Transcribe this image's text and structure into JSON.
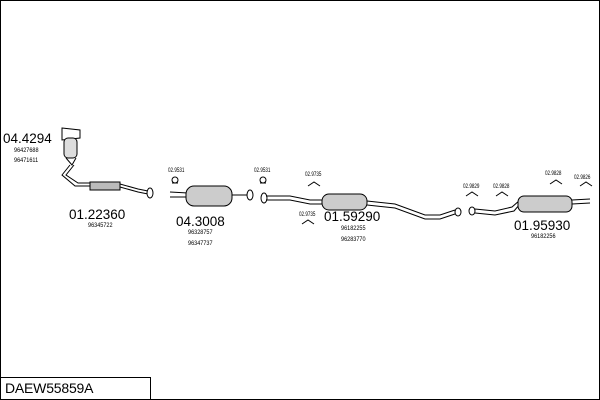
{
  "diagram": {
    "reference": "DAEW55859A",
    "parts": [
      {
        "number": "04.4294",
        "oe": [
          "96427688",
          "96471611"
        ]
      },
      {
        "number": "01.22360",
        "oe": [
          "96345722"
        ]
      },
      {
        "number": "04.3008",
        "oe": [
          "96328757",
          "96347737"
        ]
      },
      {
        "number": "01.59290",
        "oe": [
          "96182255",
          "96283770"
        ]
      },
      {
        "number": "01.95930",
        "oe": [
          "96182256"
        ]
      }
    ],
    "small_parts": [
      "02.9531",
      "02.9531",
      "02.9735",
      "02.9735",
      "02.9829",
      "02.9828",
      "02.9828",
      "02.9826"
    ],
    "colors": {
      "line": "#000000",
      "background": "#ffffff"
    }
  }
}
